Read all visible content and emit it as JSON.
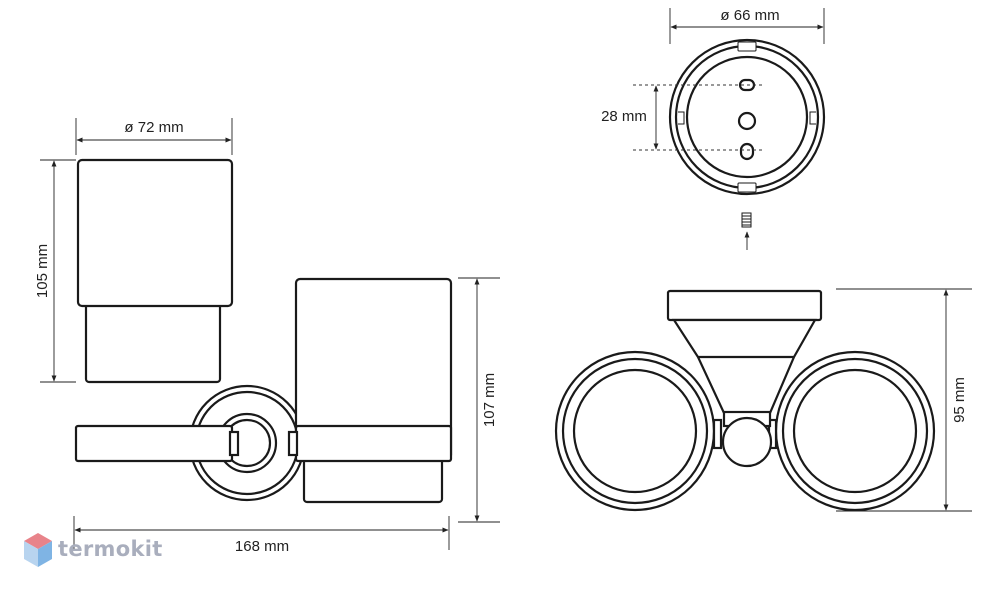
{
  "dimensions": {
    "front_cup_diameter": "ø 72 mm",
    "front_cup_height": "105 mm",
    "front_total_height": "107 mm",
    "front_total_width": "168 mm",
    "base_diameter": "ø 66 mm",
    "mount_hole_spacing": "28 mm",
    "side_height": "95 mm"
  },
  "brand": {
    "name": "termokit",
    "logo_colors": {
      "top": "#e8838a",
      "left": "#b8d4ef",
      "right": "#7fb4e4"
    }
  }
}
